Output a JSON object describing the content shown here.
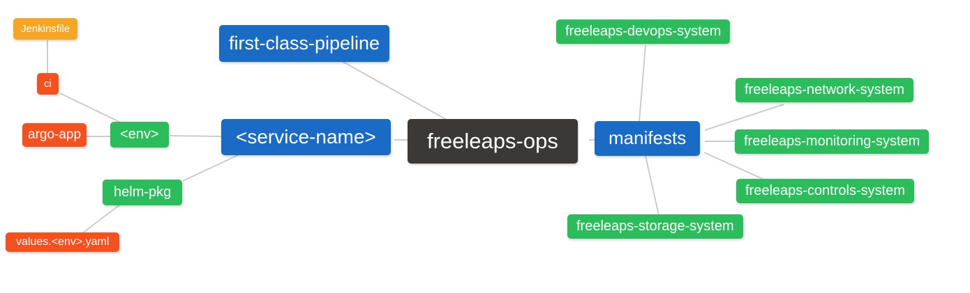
{
  "diagram": {
    "type": "mindmap",
    "background": "#ffffff",
    "edge_color": "#cccccc",
    "colors": {
      "blue": "#1a6bc5",
      "green": "#2bbd5c",
      "red": "#f4511e",
      "orange": "#f6a623",
      "dark": "#3c3836",
      "text": "#ffffff"
    },
    "root": {
      "label": "freeleaps-ops"
    },
    "nodes": {
      "jenkinsfile": {
        "label": "Jenkinsfile"
      },
      "ci": {
        "label": "ci"
      },
      "argo_app": {
        "label": "argo-app"
      },
      "env": {
        "label": "<env>"
      },
      "helm_pkg": {
        "label": "helm-pkg"
      },
      "values_env_yaml": {
        "label": "values.<env>.yaml"
      },
      "first_class_pipeline": {
        "label": "first-class-pipeline"
      },
      "service_name": {
        "label": "<service-name>"
      },
      "manifests": {
        "label": "manifests"
      },
      "devops_system": {
        "label": "freeleaps-devops-system"
      },
      "network_system": {
        "label": "freeleaps-network-system"
      },
      "monitoring_system": {
        "label": "freeleaps-monitoring-system"
      },
      "controls_system": {
        "label": "freeleaps-controls-system"
      },
      "storage_system": {
        "label": "freeleaps-storage-system"
      }
    },
    "edges": [
      {
        "from": "Jenkinsfile",
        "to": "ci"
      },
      {
        "from": "ci",
        "to": "<env>"
      },
      {
        "from": "argo-app",
        "to": "<env>"
      },
      {
        "from": "<env>",
        "to": "<service-name>"
      },
      {
        "from": "<service-name>",
        "to": "helm-pkg"
      },
      {
        "from": "helm-pkg",
        "to": "values.<env>.yaml"
      },
      {
        "from": "first-class-pipeline",
        "to": "freeleaps-ops"
      },
      {
        "from": "<service-name>",
        "to": "freeleaps-ops"
      },
      {
        "from": "freeleaps-ops",
        "to": "manifests"
      },
      {
        "from": "manifests",
        "to": "freeleaps-devops-system"
      },
      {
        "from": "manifests",
        "to": "freeleaps-network-system"
      },
      {
        "from": "manifests",
        "to": "freeleaps-monitoring-system"
      },
      {
        "from": "manifests",
        "to": "freeleaps-controls-system"
      },
      {
        "from": "manifests",
        "to": "freeleaps-storage-system"
      }
    ]
  }
}
